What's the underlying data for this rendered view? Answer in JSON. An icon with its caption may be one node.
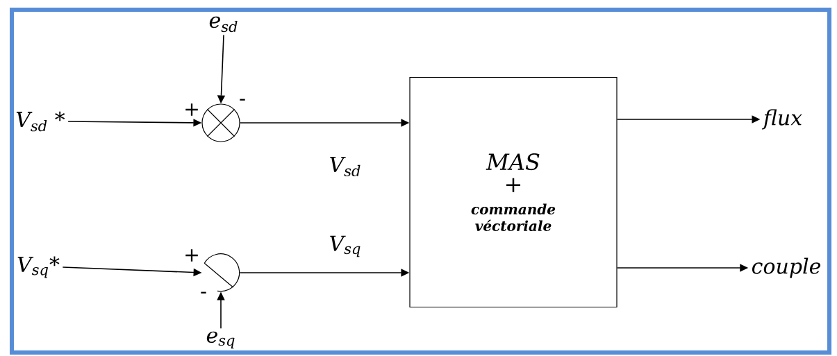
{
  "diagram": {
    "nodes": [
      {
        "text": [
          "e$_{sd}$"
        ]
      },
      {
        "text": [
          "V$_{sd}$ *"
        ]
      },
      {
        "text": [],
        "shape": "circle"
      },
      {
        "text": [
          "MAS",
          "+",
          "commande véctoriale"
        ]
      },
      {
        "text": [
          "flux"
        ]
      },
      {
        "text": [
          "V$_{sq}$*"
        ]
      },
      {
        "text": [],
        "shape": "circle"
      },
      {
        "text": [
          "couple"
        ]
      },
      {
        "text": [
          "e$_{sq}$"
        ]
      }
    ],
    "edges": [
      {
        "from": 0,
        "to": 2,
        "arrow": "to"
      },
      {
        "from": 1,
        "to": 2,
        "arrow": "to"
      },
      {
        "from": 2,
        "to": 3,
        "arrow": "to",
        "label": "V$_{sd}$"
      },
      {
        "from": 5,
        "to": 6,
        "arrow": "to"
      },
      {
        "from": 8,
        "to": 6,
        "arrow": "to"
      },
      {
        "from": 6,
        "to": 3,
        "arrow": "to",
        "label": "V$_{sq}$"
      },
      {
        "from": 3,
        "to": 4,
        "arrow": "to"
      },
      {
        "from": 3,
        "to": 7,
        "arrow": "to"
      }
    ],
    "labels": [
      "+",
      "-",
      "+",
      "-"
    ]
  }
}
